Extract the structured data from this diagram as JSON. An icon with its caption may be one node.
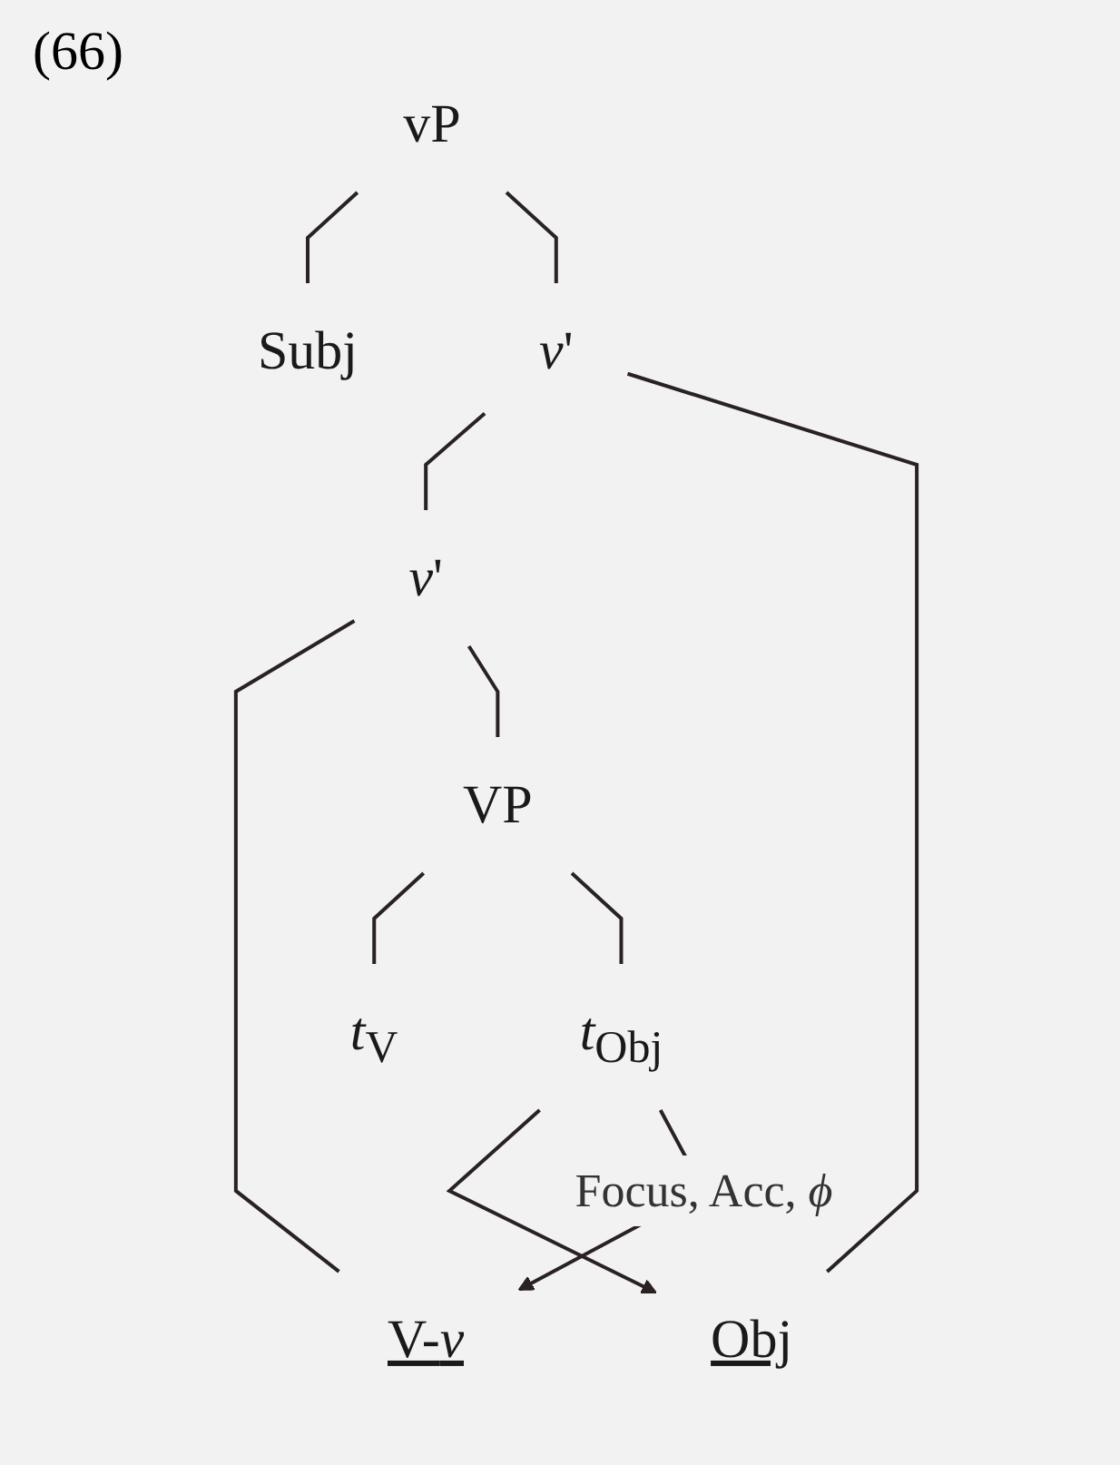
{
  "diagram": {
    "nodes": [
      {
        "text": [
          "vP"
        ]
      },
      {
        "text": [
          "Subj"
        ]
      },
      {
        "text": [
          "*v*'"
        ]
      },
      {
        "text": [
          "*v*'"
        ]
      },
      {
        "text": [
          "Obj"
        ]
      },
      {
        "text": [
          "V-*v*"
        ]
      },
      {
        "text": [
          "VP"
        ]
      },
      {
        "text": [
          "*t*$_{V}$"
        ]
      },
      {
        "text": [
          "*t*$_{Obj}$"
        ]
      }
    ],
    "edges": [
      {
        "from": 0,
        "to": 1,
        "arrow": "none"
      },
      {
        "from": 0,
        "to": 2,
        "arrow": "none"
      },
      {
        "from": 2,
        "to": 3,
        "arrow": "none"
      },
      {
        "from": 2,
        "to": 4,
        "arrow": "none"
      },
      {
        "from": 3,
        "to": 5,
        "arrow": "none"
      },
      {
        "from": 3,
        "to": 6,
        "arrow": "none"
      },
      {
        "from": 6,
        "to": 7,
        "arrow": "none"
      },
      {
        "from": 6,
        "to": 8,
        "arrow": "none"
      },
      {
        "from": 8,
        "to": 4,
        "arrow": "to"
      },
      {
        "from": 8,
        "to": 5,
        "arrow": "to",
        "label": "Focus, Acc, *ϕ*"
      }
    ],
    "labels": [
      "(66)"
    ]
  }
}
